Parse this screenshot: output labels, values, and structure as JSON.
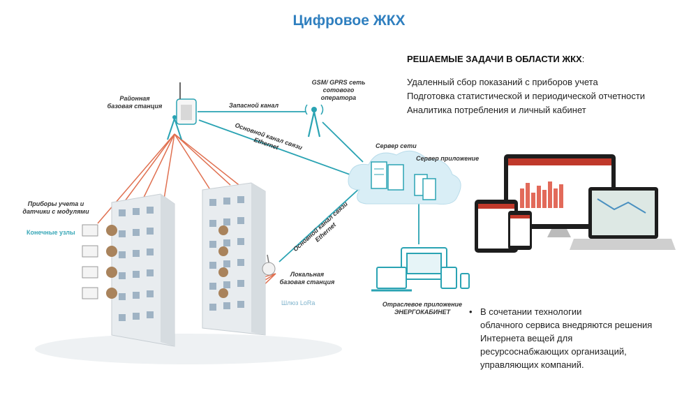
{
  "title": "Цифровое ЖКХ",
  "tasks": {
    "heading": "РЕШАЕМЫЕ ЗАДАЧИ В ОБЛАСТИ ЖКХ",
    "heading_suffix": ":",
    "items": [
      "Удаленный сбор показаний с приборов учета",
      "Подготовка статистической и периодической отчетности",
      "Аналитика потребления и личный кабинет"
    ]
  },
  "bullet": {
    "symbol": "•",
    "lines": [
      "В сочетании технологии",
      "облачного сервиса внедряются решения",
      "Интернета вещей для",
      "ресурсоснабжающих организаций,",
      "управляющих компаний."
    ]
  },
  "diagram": {
    "regional_station": [
      "Районная",
      "базовая станция"
    ],
    "backup_channel": "Запасной канал",
    "gsm": [
      "GSM/ GPRS сеть",
      "сотового",
      "оператора"
    ],
    "main_channel_top": [
      "Основной канал связи",
      "Ethernet"
    ],
    "main_channel_bottom": [
      "Основной канал связи",
      "Ethernet"
    ],
    "network_server": "Сервер сети",
    "app_server": "Сервер приложение",
    "meters": [
      "Приборы учета и",
      "датчики с модулями"
    ],
    "end_nodes": "Конечные узлы",
    "local_station": [
      "Локальная",
      "базовая станция"
    ],
    "lora_gateway": "Шлюз LoRa",
    "industry_app": [
      "Отраслевое приложение",
      "ЭНЕРГОКАБИНЕТ"
    ]
  },
  "colors": {
    "title": "#2f7fbf",
    "link_teal": "#2aa3b3",
    "link_red": "#e07050",
    "building": "#e8ecef",
    "cloud": "#d9eef6"
  }
}
